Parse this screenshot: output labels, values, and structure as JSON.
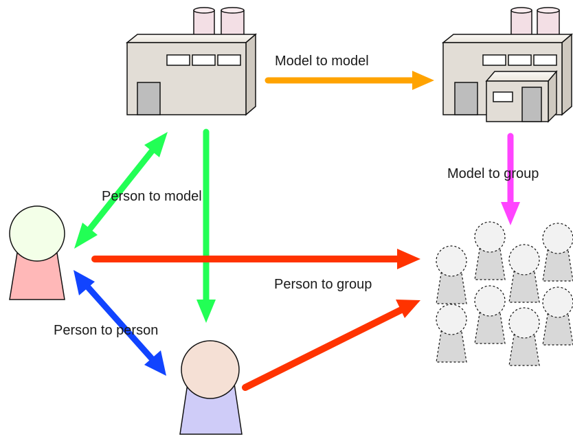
{
  "labels": {
    "model_to_model": "Model to model",
    "model_to_group": "Model to group",
    "person_to_model": "Person to model",
    "person_to_group": "Person to group",
    "person_to_person": "Person to person"
  },
  "colors": {
    "orange": "#ffa300",
    "magenta": "#ff44ff",
    "green": "#22ff55",
    "red": "#ff3300",
    "blue": "#1144ff",
    "factory_body": "#e2ddd6",
    "factory_roof": "#f6f3ee",
    "silo": "#f3dfe5",
    "door": "#bdbdbd",
    "person_a_head": "#f3ffe8",
    "person_a_body": "#ffb8b8",
    "person_b_head": "#f5e0d5",
    "person_b_body": "#cfccf8",
    "group_fill": "#d8d8d8"
  }
}
